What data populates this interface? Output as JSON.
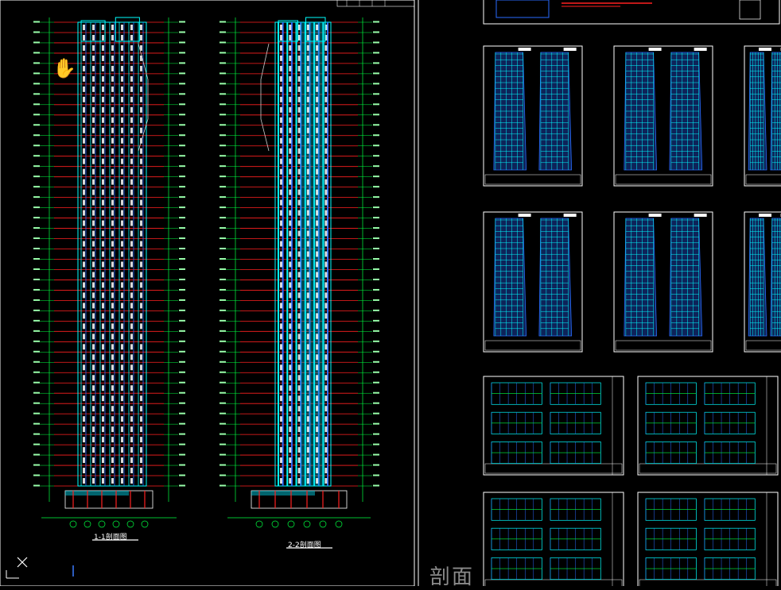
{
  "viewer": {
    "watermark": "剖面",
    "section_label_1": "1-1剖面图",
    "section_label_2": "2-2剖面图",
    "pan_icon": "hand-pan-icon"
  },
  "colors": {
    "background": "#000000",
    "frame": "#ffffff",
    "floor_line": "#ff2020",
    "dimension": "#00ff40",
    "wall": "#00ffff",
    "glazing": "#2a6cff",
    "accent": "#ffff00"
  },
  "drawing": {
    "floors": 45,
    "thumb_sheets": 11
  }
}
